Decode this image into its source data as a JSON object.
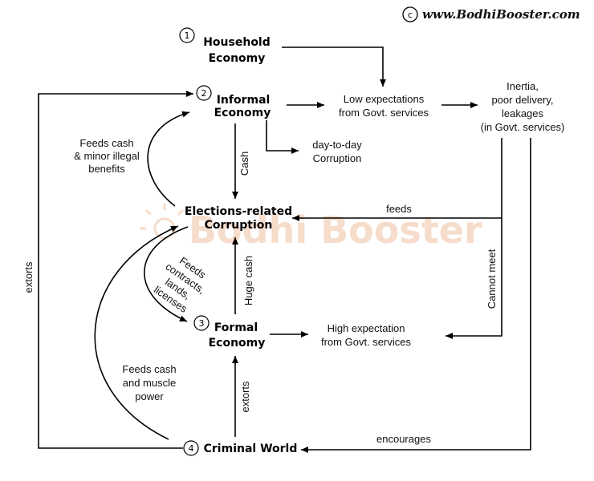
{
  "brand": {
    "copyright_symbol": "c",
    "site": "www.BodhiBooster.com"
  },
  "watermark": "Bodhi Booster",
  "nodes": {
    "household": {
      "num": "1",
      "line1": "Household",
      "line2": "Economy"
    },
    "informal": {
      "num": "2",
      "line1": "Informal",
      "line2": "Economy"
    },
    "elections": {
      "line1": "Elections-related",
      "line2": "Corruption"
    },
    "formal": {
      "num": "3",
      "line1": "Formal",
      "line2": "Economy"
    },
    "criminal": {
      "num": "4",
      "line1": "Criminal World"
    }
  },
  "labels": {
    "low_expect_1": "Low expectations",
    "low_expect_2": "from Govt. services",
    "inertia_1": "Inertia,",
    "inertia_2": "poor delivery,",
    "inertia_3": "leakages",
    "inertia_4": "(in Govt. services)",
    "daytoday_1": "day-to-day",
    "daytoday_2": "Corruption",
    "high_expect_1": "High expectation",
    "high_expect_2": "from Govt. services",
    "feeds_cash_1": "Feeds cash",
    "feeds_cash_2": "& minor illegal",
    "feeds_cash_3": "benefits",
    "cash": "Cash",
    "feeds": "feeds",
    "cannot_meet": "Cannot meet",
    "huge_cash": "Huge cash",
    "fcl_1": "Feeds",
    "fcl_2": "contracts,",
    "fcl_3": "lands,",
    "fcl_4": "licenses",
    "extorts_left": "extorts",
    "extorts_mid": "extorts",
    "feeds_muscle_1": "Feeds cash",
    "feeds_muscle_2": "and muscle",
    "feeds_muscle_3": "power",
    "encourages": "encourages"
  }
}
